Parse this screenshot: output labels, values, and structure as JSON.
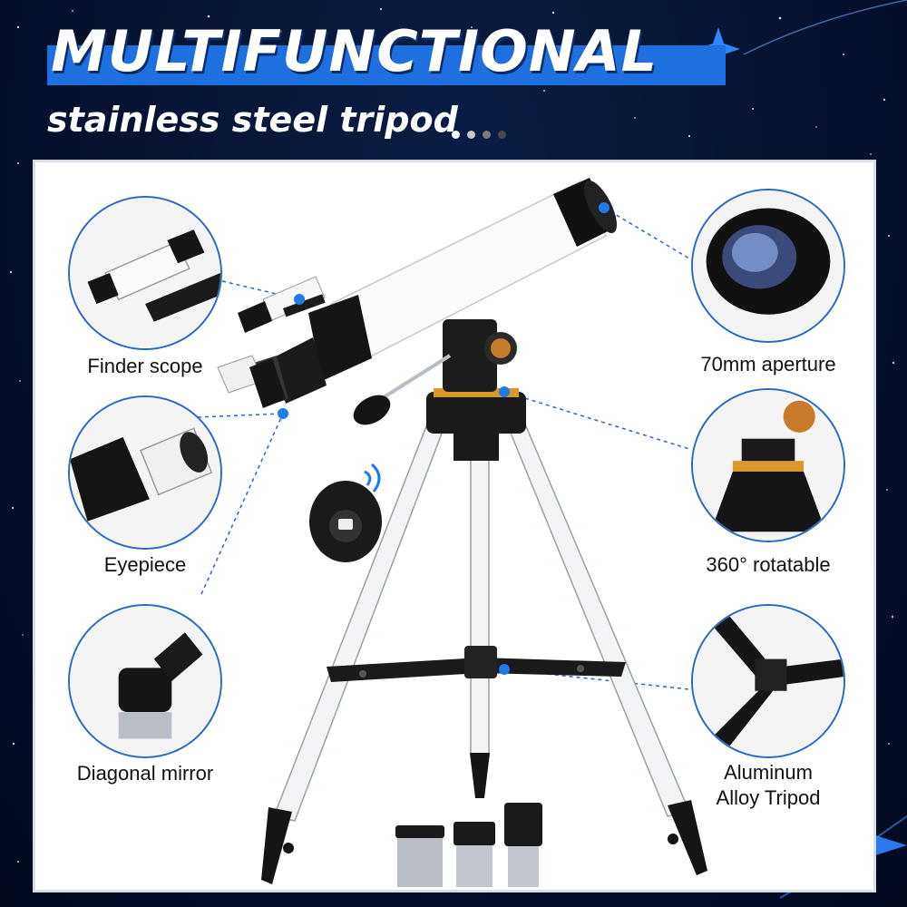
{
  "header": {
    "title": "MULTIFUNCTIONAL",
    "subtitle": "stainless steel tripod"
  },
  "callouts": {
    "finder_scope": "Finder scope",
    "eyepiece": "Eyepiece",
    "diagonal_mirror": "Diagonal mirror",
    "aperture": "70mm aperture",
    "rotatable": "360° rotatable",
    "tripod_line1": "Aluminum",
    "tripod_line2": "Alloy Tripod"
  },
  "colors": {
    "accent_blue": "#1e6fe0",
    "callout_dot": "#1e7be8",
    "background": "#061230"
  }
}
